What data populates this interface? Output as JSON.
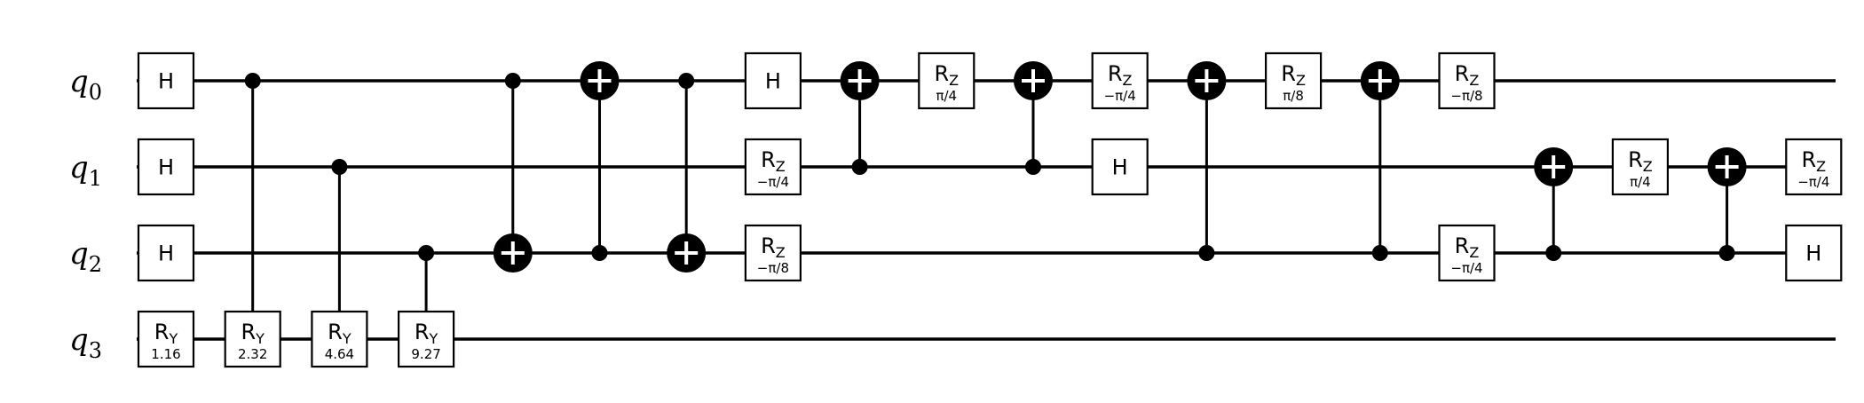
{
  "qubits": [
    {
      "letter": "q",
      "index": "0"
    },
    {
      "letter": "q",
      "index": "1"
    },
    {
      "letter": "q",
      "index": "2"
    },
    {
      "letter": "q",
      "index": "3"
    }
  ],
  "ops": [
    {
      "type": "gate",
      "qubit": 0,
      "col": 0,
      "label": "H"
    },
    {
      "type": "gate",
      "qubit": 1,
      "col": 0,
      "label": "H"
    },
    {
      "type": "gate",
      "qubit": 2,
      "col": 0,
      "label": "H"
    },
    {
      "type": "gate",
      "qubit": 3,
      "col": 0,
      "label": "R",
      "sub": "Y",
      "param": "1.16"
    },
    {
      "type": "ctrl_gate",
      "ctrl": 0,
      "target": 3,
      "col": 1,
      "label": "R",
      "sub": "Y",
      "param": "2.32"
    },
    {
      "type": "ctrl_gate",
      "ctrl": 1,
      "target": 3,
      "col": 2,
      "label": "R",
      "sub": "Y",
      "param": "4.64"
    },
    {
      "type": "ctrl_gate",
      "ctrl": 2,
      "target": 3,
      "col": 3,
      "label": "R",
      "sub": "Y",
      "param": "9.27"
    },
    {
      "type": "cx",
      "ctrl": 0,
      "target": 2,
      "col": 4
    },
    {
      "type": "cx",
      "ctrl": 2,
      "target": 0,
      "col": 5
    },
    {
      "type": "cx",
      "ctrl": 0,
      "target": 2,
      "col": 6
    },
    {
      "type": "gate",
      "qubit": 0,
      "col": 7,
      "label": "H"
    },
    {
      "type": "gate",
      "qubit": 1,
      "col": 7,
      "label": "R",
      "sub": "Z",
      "param": "−π/4"
    },
    {
      "type": "gate",
      "qubit": 2,
      "col": 7,
      "label": "R",
      "sub": "Z",
      "param": "−π/8"
    },
    {
      "type": "cx",
      "ctrl": 1,
      "target": 0,
      "col": 8
    },
    {
      "type": "gate",
      "qubit": 0,
      "col": 9,
      "label": "R",
      "sub": "Z",
      "param": "π/4"
    },
    {
      "type": "cx",
      "ctrl": 1,
      "target": 0,
      "col": 10
    },
    {
      "type": "gate",
      "qubit": 0,
      "col": 11,
      "label": "R",
      "sub": "Z",
      "param": "−π/4"
    },
    {
      "type": "gate",
      "qubit": 1,
      "col": 11,
      "label": "H"
    },
    {
      "type": "cx",
      "ctrl": 2,
      "target": 0,
      "col": 12
    },
    {
      "type": "gate",
      "qubit": 0,
      "col": 13,
      "label": "R",
      "sub": "Z",
      "param": "π/8"
    },
    {
      "type": "cx",
      "ctrl": 2,
      "target": 0,
      "col": 14
    },
    {
      "type": "gate",
      "qubit": 0,
      "col": 15,
      "label": "R",
      "sub": "Z",
      "param": "−π/8"
    },
    {
      "type": "gate",
      "qubit": 2,
      "col": 15,
      "label": "R",
      "sub": "Z",
      "param": "−π/4"
    },
    {
      "type": "cx",
      "ctrl": 2,
      "target": 1,
      "col": 16
    },
    {
      "type": "gate",
      "qubit": 1,
      "col": 17,
      "label": "R",
      "sub": "Z",
      "param": "π/4"
    },
    {
      "type": "cx",
      "ctrl": 2,
      "target": 1,
      "col": 18
    },
    {
      "type": "gate",
      "qubit": 1,
      "col": 19,
      "label": "R",
      "sub": "Z",
      "param": "−π/4"
    },
    {
      "type": "gate",
      "qubit": 2,
      "col": 19,
      "label": "H"
    }
  ]
}
